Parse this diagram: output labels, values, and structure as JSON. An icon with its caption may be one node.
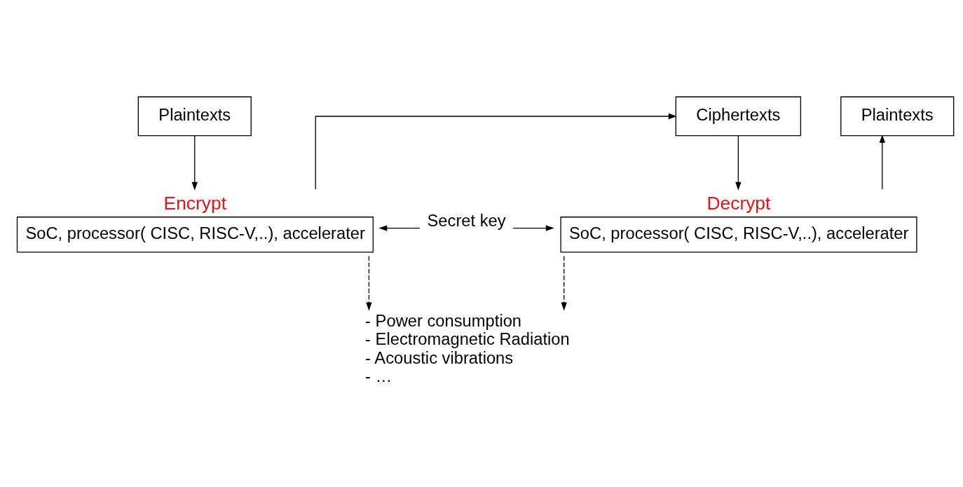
{
  "diagram": {
    "nodes": [
      {
        "text": [
          "Plaintexts"
        ]
      },
      {
        "text": [
          "Ciphertexts"
        ]
      },
      {
        "text": [
          "Plaintexts"
        ]
      },
      {
        "text": [
          "Encrypt",
          "SoC, processor( CISC, RISC-V,..), accelerater"
        ]
      },
      {
        "text": [
          "Decrypt",
          "SoC, processor( CISC, RISC-V,..), accelerater"
        ]
      },
      {
        "text": [
          "Secret key"
        ]
      },
      {
        "text": [
          "- Power consumption",
          "- Electromagnetic Radiation",
          "- Acoustic vibrations",
          "- …"
        ]
      }
    ],
    "edges": [
      {
        "from": 0,
        "to": 3,
        "arrow": "to"
      },
      {
        "from": 3,
        "to": 1,
        "arrow": "to"
      },
      {
        "from": 1,
        "to": 4,
        "arrow": "to"
      },
      {
        "from": 4,
        "to": 2,
        "arrow": "to"
      },
      {
        "from": 5,
        "to": 3,
        "arrow": "to"
      },
      {
        "from": 5,
        "to": 4,
        "arrow": "to"
      },
      {
        "from": 3,
        "to": 6,
        "arrow": "to",
        "style": "dashed"
      },
      {
        "from": 4,
        "to": 6,
        "arrow": "to",
        "style": "dashed"
      }
    ]
  }
}
